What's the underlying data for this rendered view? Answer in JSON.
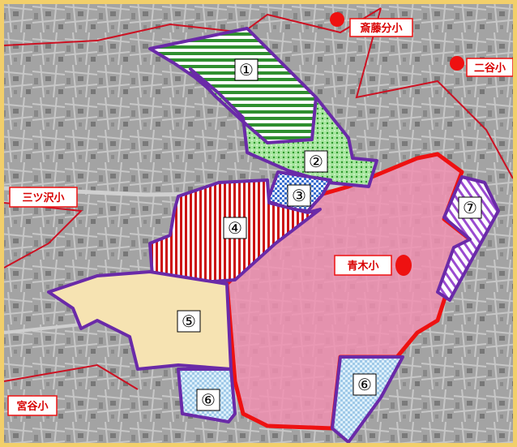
{
  "map": {
    "frame_color": "#f2cf6a",
    "background_color": "#9a9a9a",
    "schools": [
      {
        "id": "saitobun",
        "label": "斎藤分小",
        "marker": true
      },
      {
        "id": "niya",
        "label": "二谷小",
        "marker": true
      },
      {
        "id": "mitsuzawa",
        "label": "三ツ沢小",
        "marker": false
      },
      {
        "id": "aoki",
        "label": "青木小",
        "marker": true
      },
      {
        "id": "miyaya",
        "label": "宮谷小",
        "marker": false
      }
    ],
    "zones": [
      {
        "num": "①",
        "pattern": "green-stripes",
        "color": "#2f8f2f"
      },
      {
        "num": "②",
        "pattern": "green-dots",
        "color": "#7fd67f"
      },
      {
        "num": "③",
        "pattern": "blue-check",
        "color": "#3a70d0"
      },
      {
        "num": "④",
        "pattern": "red-vertical-stripes",
        "color": "#cc1111"
      },
      {
        "num": "⑤",
        "pattern": "beige-fill",
        "color": "#f6e3b2"
      },
      {
        "num": "⑥",
        "pattern": "lightblue-check",
        "color": "#b8d8f0"
      },
      {
        "num": "⑦",
        "pattern": "purple-diagonal",
        "color": "#9a4ad0"
      }
    ],
    "aoki_district": {
      "fill": "#f08fb0",
      "border": "#ee1111"
    },
    "zone_border_color": "#6a2aa8",
    "school_marker_color": "#ee1111",
    "boundary_line_color": "#cc1122"
  }
}
